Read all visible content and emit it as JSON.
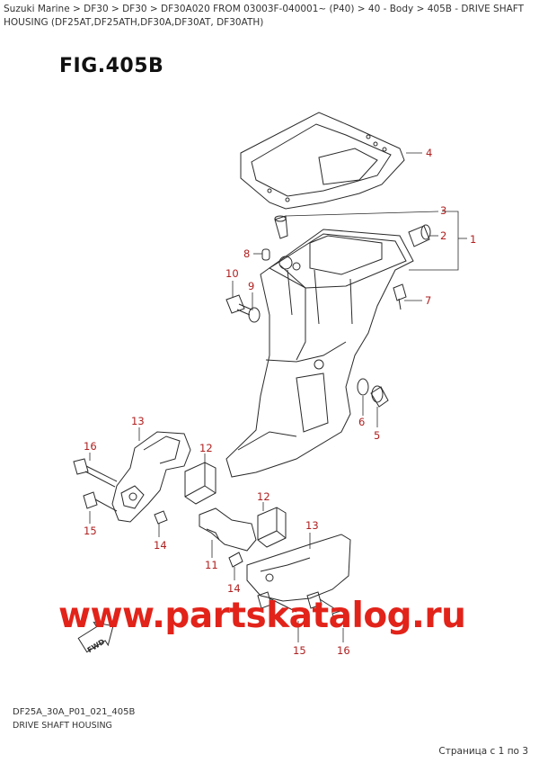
{
  "breadcrumb": "Suzuki Marine > DF30 > DF30 > DF30A020 FROM 03003F-040001~ (P40) > 40 - Body > 405B - DRIVE SHAFT HOUSING (DF25AT,DF25ATH,DF30A,DF30AT, DF30ATH)",
  "figure_title": "FIG.405B",
  "callouts": [
    "1",
    "2",
    "3",
    "4",
    "5",
    "6",
    "7",
    "8",
    "9",
    "10",
    "11",
    "12",
    "12",
    "13",
    "13",
    "14",
    "14",
    "15",
    "15",
    "16",
    "16"
  ],
  "fwd_label": "FWD",
  "watermark": "www.partskatalog.ru",
  "diagram_code": "DF25A_30A_P01_021_405B",
  "caption": "DRIVE SHAFT HOUSING",
  "pager": "Страница с 1 по 3",
  "colors": {
    "callout": "#b02020",
    "watermark": "#e2231a",
    "line": "#2a2a2a"
  }
}
